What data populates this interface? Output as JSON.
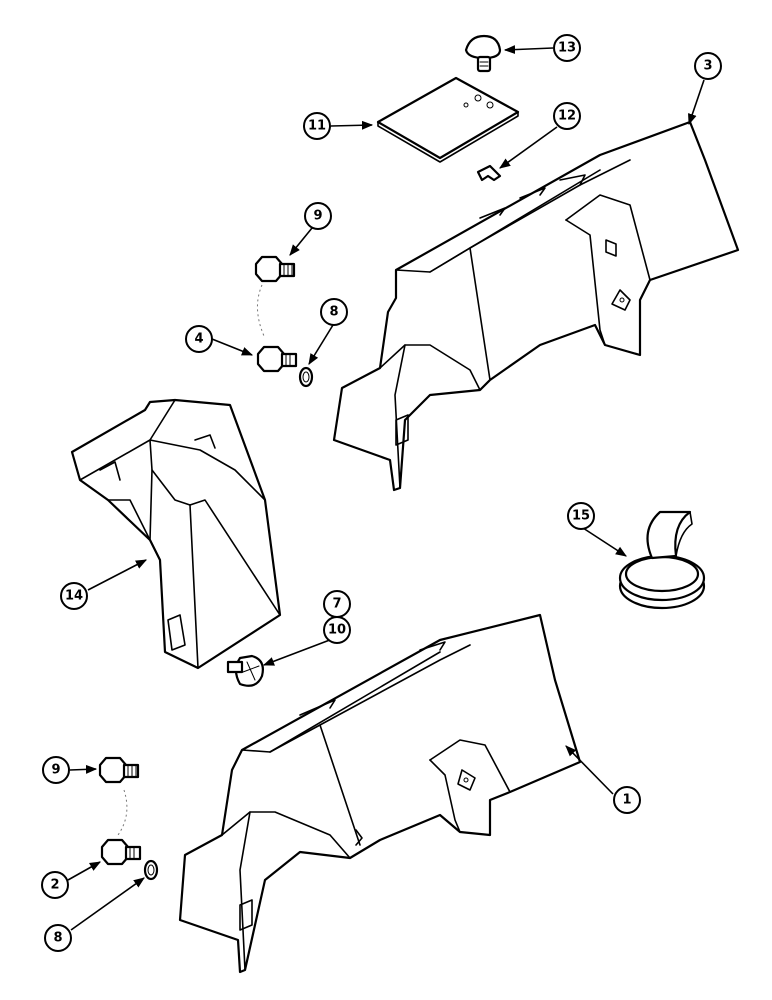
{
  "callouts": [
    {
      "id": "c1",
      "label": "1"
    },
    {
      "id": "c2",
      "label": "2"
    },
    {
      "id": "c3",
      "label": "3"
    },
    {
      "id": "c4",
      "label": "4"
    },
    {
      "id": "c7",
      "label": "7"
    },
    {
      "id": "c8a",
      "label": "8"
    },
    {
      "id": "c8b",
      "label": "8"
    },
    {
      "id": "c9a",
      "label": "9"
    },
    {
      "id": "c9b",
      "label": "9"
    },
    {
      "id": "c10",
      "label": "10"
    },
    {
      "id": "c11",
      "label": "11"
    },
    {
      "id": "c12",
      "label": "12"
    },
    {
      "id": "c13",
      "label": "13"
    },
    {
      "id": "c14",
      "label": "14"
    },
    {
      "id": "c15",
      "label": "15"
    }
  ]
}
